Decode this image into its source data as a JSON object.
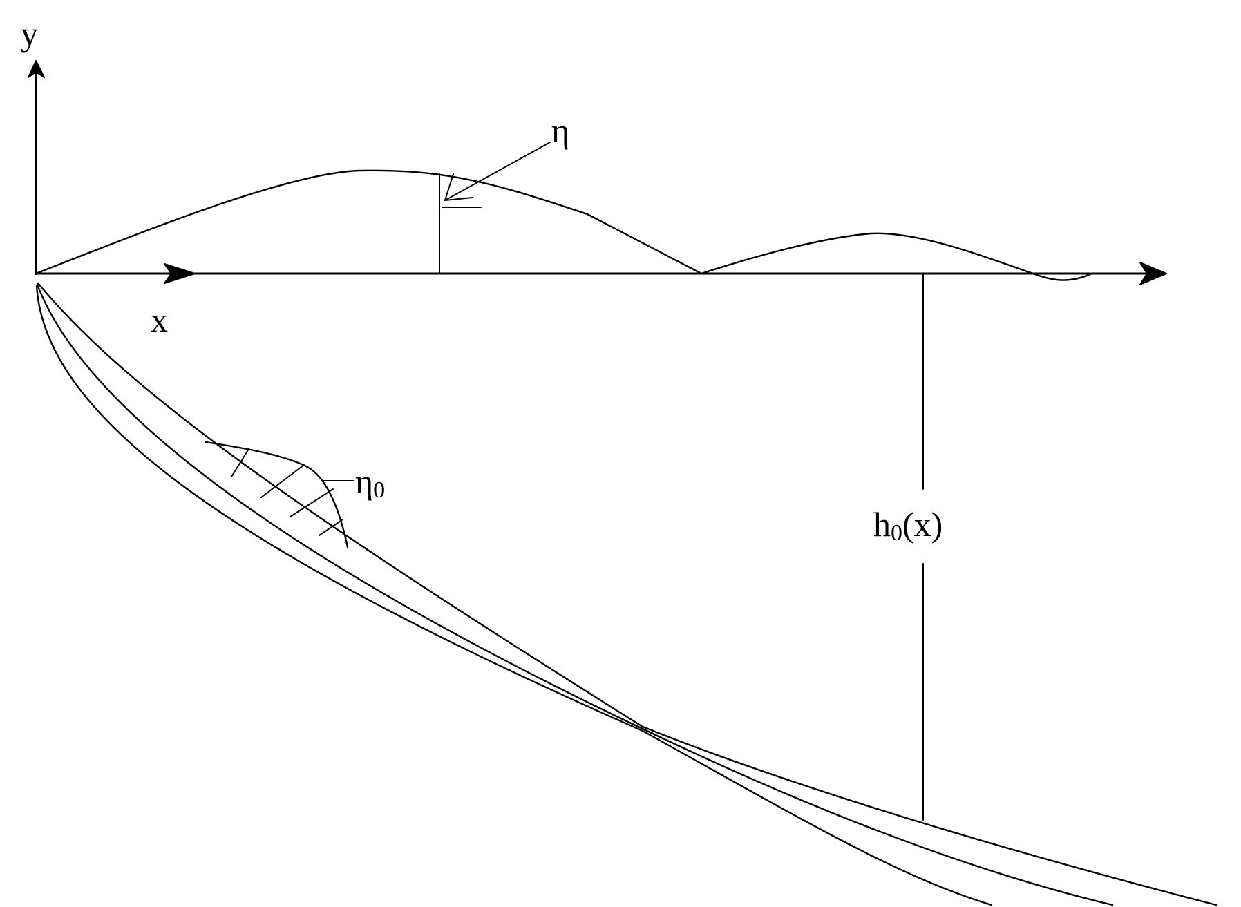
{
  "labels": {
    "y_axis": "y",
    "x_axis": "x",
    "eta": "η",
    "eta0_base": "η",
    "eta0_sub": "0",
    "h0_base": "h",
    "h0_sub": "0",
    "h0_arg": "(x)"
  },
  "colors": {
    "ink": "#000000",
    "background": "#ffffff"
  }
}
